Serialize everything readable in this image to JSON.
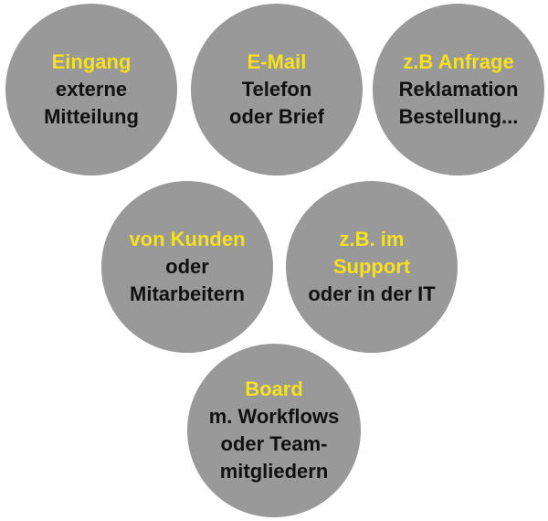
{
  "colors": {
    "circle_fill": "#999999",
    "highlight_text": "#f7e01f",
    "body_text": "#111111",
    "background": "#ffffff"
  },
  "circles": [
    {
      "highlight": [
        "Eingang"
      ],
      "body": [
        "externe",
        "Mitteilung"
      ]
    },
    {
      "highlight": [
        "E-Mail"
      ],
      "body": [
        "Telefon",
        "oder Brief"
      ]
    },
    {
      "highlight": [
        "z.B Anfrage"
      ],
      "body": [
        "Reklamation",
        "Bestellung..."
      ]
    },
    {
      "highlight": [
        "von Kunden"
      ],
      "body": [
        "oder",
        "Mitarbeitern"
      ]
    },
    {
      "highlight": [
        "z.B. im",
        "Support"
      ],
      "body": [
        "oder in der IT"
      ]
    },
    {
      "highlight": [
        "Board"
      ],
      "body": [
        "m. Workflows",
        "oder Team-",
        "mitgliedern"
      ]
    }
  ]
}
